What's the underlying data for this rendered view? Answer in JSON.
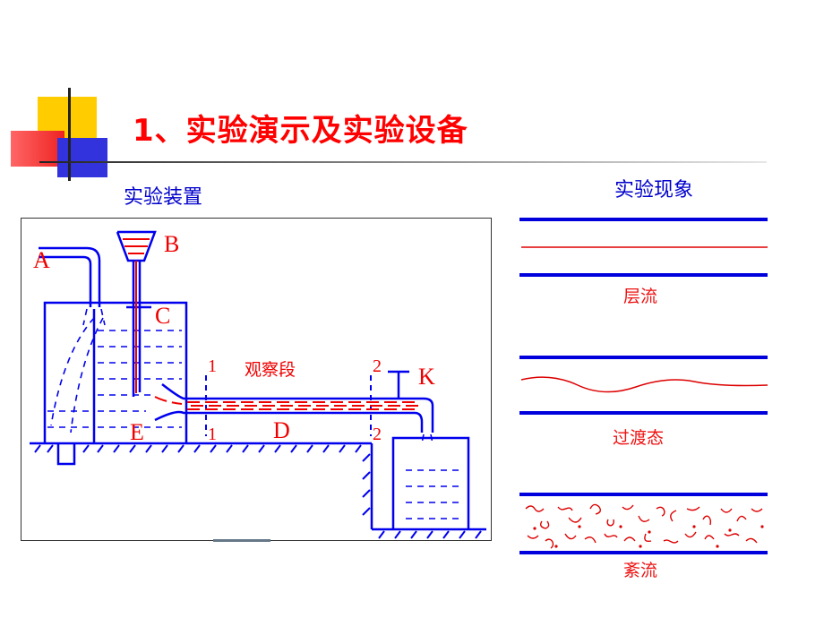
{
  "slide": {
    "title": "1、实验演示及实验设备",
    "apparatus_heading": "实验装置",
    "phenomena_heading": "实验现象"
  },
  "apparatus": {
    "label_a": "A",
    "label_b": "B",
    "label_c": "C",
    "label_d": "D",
    "label_e": "E",
    "label_k": "K",
    "section_1_top": "1",
    "section_1_bottom": "1",
    "section_2_top": "2",
    "section_2_bottom": "2",
    "observation_section": "观察段"
  },
  "phenomena": {
    "laminar": "层流",
    "transitional": "过渡态",
    "turbulent": "紊流"
  },
  "colors": {
    "title": "#ff0000",
    "heading": "#0000cc",
    "apparatus_lines": "#0000ee",
    "dye": "#ee0000"
  }
}
